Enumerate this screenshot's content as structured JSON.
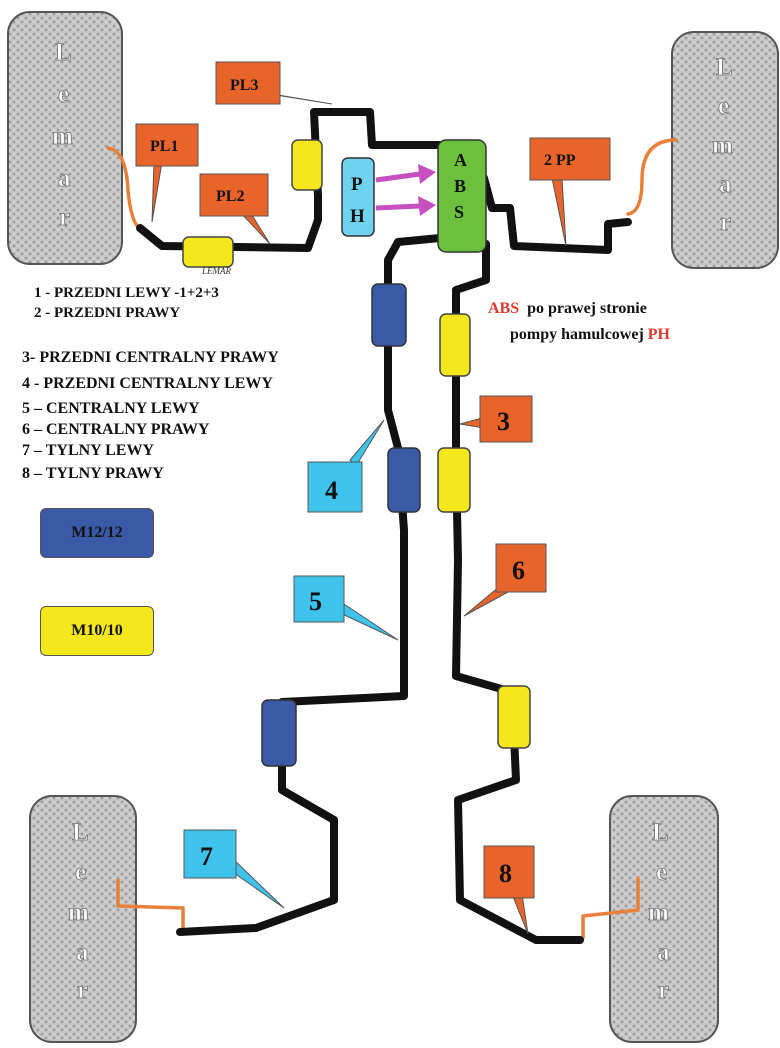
{
  "wheel_brand": "Lemar",
  "wheel_letters": [
    "L",
    "e",
    "m",
    "a",
    "r"
  ],
  "hose_brand": "LEMAR",
  "abs_letters": [
    "A",
    "B",
    "S"
  ],
  "ph_letters": [
    "P",
    "H"
  ],
  "callouts": {
    "pl1": "PL1",
    "pl2": "PL2",
    "pl3": "PL3",
    "pp2": "2 PP",
    "n3": "3",
    "n4": "4",
    "n5": "5",
    "n6": "6",
    "n7": "7",
    "n8": "8"
  },
  "legend": [
    "1 - PRZEDNI LEWY -1+2+3",
    "2 - PRZEDNI PRAWY",
    "3- PRZEDNI CENTRALNY PRAWY",
    "4 - PRZEDNI CENTRALNY LEWY",
    "5 – CENTRALNY LEWY",
    "6 – CENTRALNY PRAWY",
    "7 – TYLNY LEWY",
    "8 – TYLNY PRAWY"
  ],
  "swatches": [
    {
      "label": "M12/12",
      "color": "#3a5aa8"
    },
    {
      "label": "M10/10",
      "color": "#f4e81c"
    }
  ],
  "note": {
    "abs": "ABS",
    "line1_rest": "po prawej stronie",
    "line2_start": "pompy hamulcowej",
    "ph": "PH"
  },
  "colors": {
    "callout_orange": "#e8642a",
    "callout_cyan": "#3ec3ec",
    "abs_green": "#6cc03c",
    "ph_cyan": "#6fd3ef",
    "arrow_magenta": "#c84fc0",
    "connector_yellow": "#f4e81c",
    "connector_blue": "#3a5aa8",
    "hose_orange": "#e8803a",
    "wheel_grey": "#c8c8c8"
  }
}
